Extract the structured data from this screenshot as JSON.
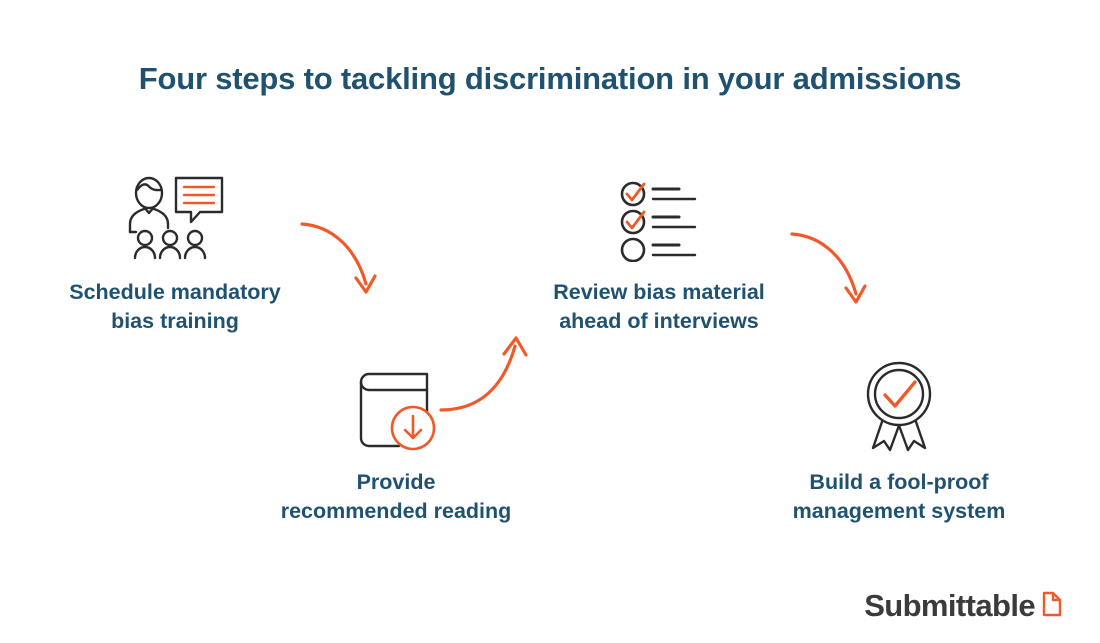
{
  "page": {
    "title": "Four steps to tackling discrimination in your admissions",
    "background_color": "#ffffff"
  },
  "colors": {
    "heading_blue": "#1f5270",
    "accent_orange": "#f05a2b",
    "icon_dark": "#2b2b2b",
    "logo_gray": "#3b3b3b"
  },
  "steps": [
    {
      "index": 1,
      "icon": "presenter-with-speech-bubble-icon",
      "caption_line_1": "Schedule mandatory",
      "caption_line_2": "bias training"
    },
    {
      "index": 2,
      "icon": "book-download-icon",
      "caption_line_1": "Provide",
      "caption_line_2": "recommended reading"
    },
    {
      "index": 3,
      "icon": "checklist-icon",
      "caption_line_1": "Review bias material",
      "caption_line_2": "ahead of interviews"
    },
    {
      "index": 4,
      "icon": "award-ribbon-check-icon",
      "caption_line_1": "Build a fool-proof",
      "caption_line_2": "management system"
    }
  ],
  "arrows": [
    {
      "name": "arrow-step1-to-step2",
      "direction": "down-right"
    },
    {
      "name": "arrow-step2-to-step3",
      "direction": "up-right"
    },
    {
      "name": "arrow-step3-to-step4",
      "direction": "down-right"
    }
  ],
  "logo": {
    "wordmark": "Submittable",
    "mark": "page-corner-icon"
  }
}
